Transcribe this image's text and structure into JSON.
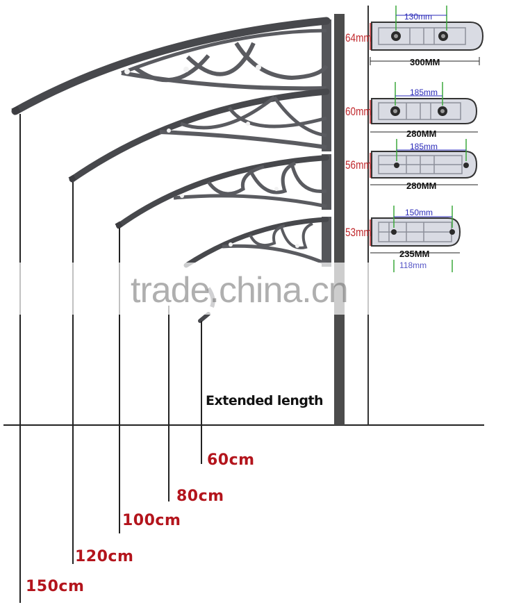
{
  "watermark": "trade.china.cn",
  "extended_length_label": "Extended length",
  "lengths": [
    "150cm",
    "120cm",
    "100cm",
    "80cm",
    "60cm"
  ],
  "brackets": [
    {
      "height": "64mm",
      "hole_spacing": "130mm",
      "width": "300MM"
    },
    {
      "height": "60mm",
      "hole_spacing": "185mm",
      "width": "280MM"
    },
    {
      "height": "56mm",
      "hole_spacing": "185mm",
      "width": "280MM"
    },
    {
      "height": "53mm",
      "hole_spacing": "150mm",
      "width": "235MM"
    },
    {
      "hole_spacing": "118mm"
    }
  ],
  "colors": {
    "length_text": "#b3141c",
    "dimension_red": "#c0282c",
    "dimension_blue": "#2a2ab8",
    "arm": "#4a4a4e",
    "plate": "#d9dbe3",
    "wall": "#4c4c4c"
  }
}
